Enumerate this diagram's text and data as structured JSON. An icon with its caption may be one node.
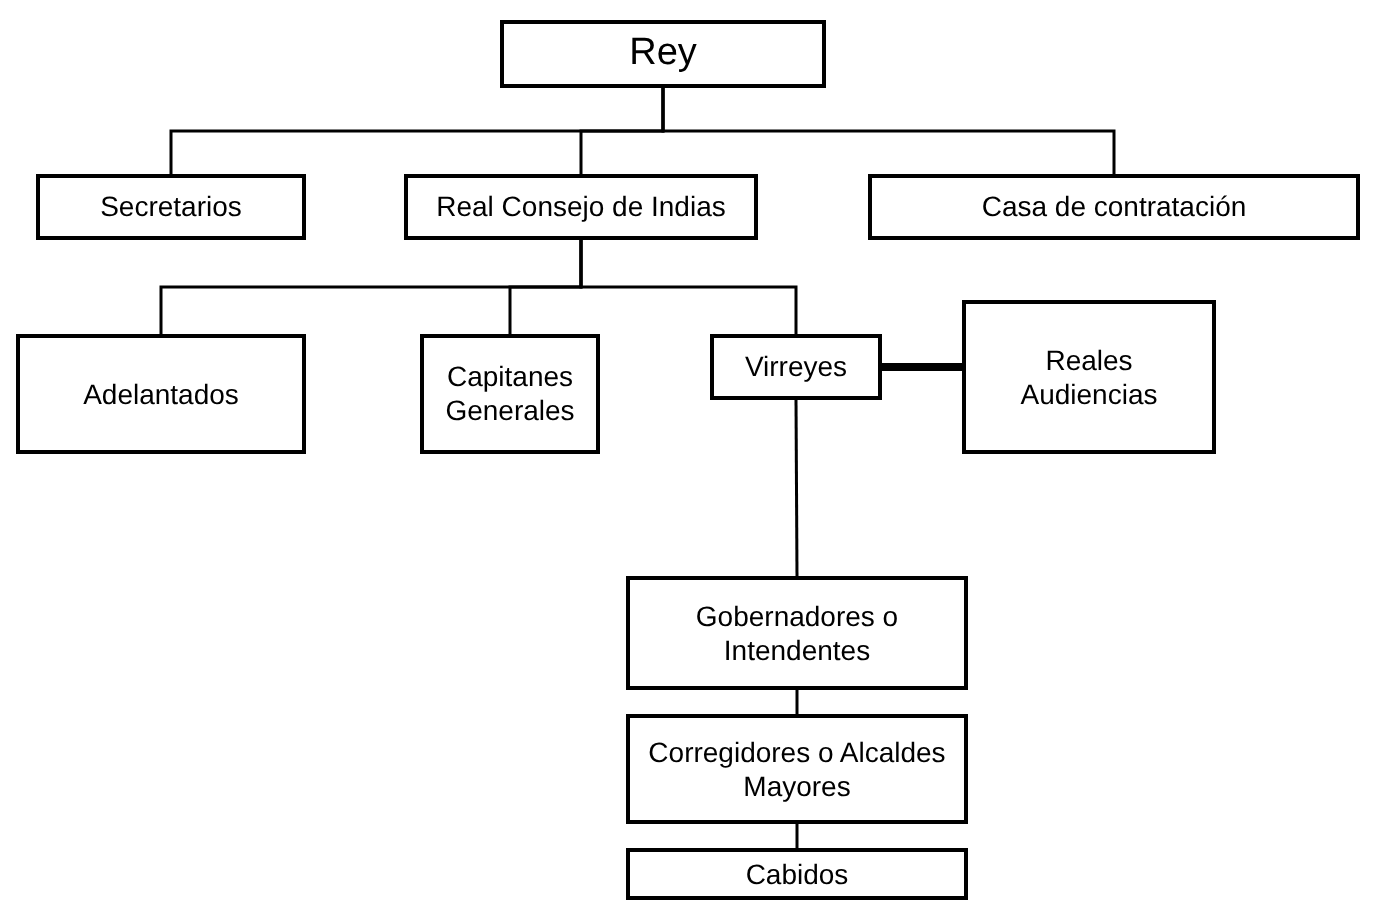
{
  "diagram": {
    "nodes": [
      {
        "text": [
          "Rey"
        ]
      },
      {
        "text": [
          "Secretarios"
        ]
      },
      {
        "text": [
          "Real Consejo de Indias"
        ]
      },
      {
        "text": [
          "Casa de contratación"
        ]
      },
      {
        "text": [
          "Adelantados"
        ]
      },
      {
        "text": [
          "Capitanes Generales"
        ]
      },
      {
        "text": [
          "Virreyes"
        ]
      },
      {
        "text": [
          "Reales Audiencias"
        ]
      },
      {
        "text": [
          "Gobernadores o Intendentes"
        ]
      },
      {
        "text": [
          "Corregidores o Alcaldes Mayores"
        ]
      },
      {
        "text": [
          "Cabidos"
        ]
      }
    ],
    "edges": [
      {
        "from": 0,
        "to": 1,
        "arrow": "none"
      },
      {
        "from": 0,
        "to": 2,
        "arrow": "none"
      },
      {
        "from": 0,
        "to": 3,
        "arrow": "none"
      },
      {
        "from": 2,
        "to": 4,
        "arrow": "none"
      },
      {
        "from": 2,
        "to": 5,
        "arrow": "none"
      },
      {
        "from": 2,
        "to": 6,
        "arrow": "none"
      },
      {
        "from": 6,
        "to": 7,
        "arrow": "none",
        "style": "thick"
      },
      {
        "from": 6,
        "to": 8,
        "arrow": "none"
      },
      {
        "from": 8,
        "to": 9,
        "arrow": "none"
      },
      {
        "from": 9,
        "to": 10,
        "arrow": "none"
      }
    ]
  }
}
